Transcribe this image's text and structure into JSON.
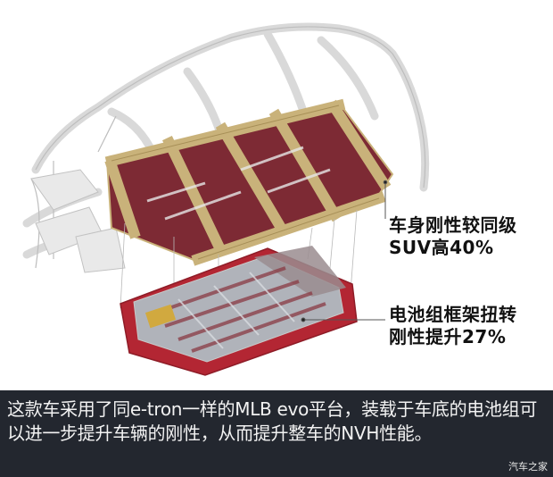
{
  "image": {
    "description": "Car body-in-white frame with gold floor structure and red battery pack exploded below"
  },
  "callouts": [
    {
      "lines": [
        "车身刚性较同级",
        "SUV高40%"
      ]
    },
    {
      "lines": [
        "电池组框架扭转",
        "刚性提升27%"
      ]
    }
  ],
  "caption": {
    "text": "这款车采用了同e-tron一样的MLB evo平台，装载于车底的电池组可以进一步提升车辆的刚性，从而提升整车的NVH性能。"
  },
  "watermark": {
    "text": "汽车之家"
  },
  "colors": {
    "caption_bg": "#23272f",
    "caption_text": "#f2f2f2",
    "frame_gold": "#c9b27a",
    "battery_red": "#b32633",
    "floor_maroon": "#7a2430",
    "body_white": "#e6e6e6"
  }
}
